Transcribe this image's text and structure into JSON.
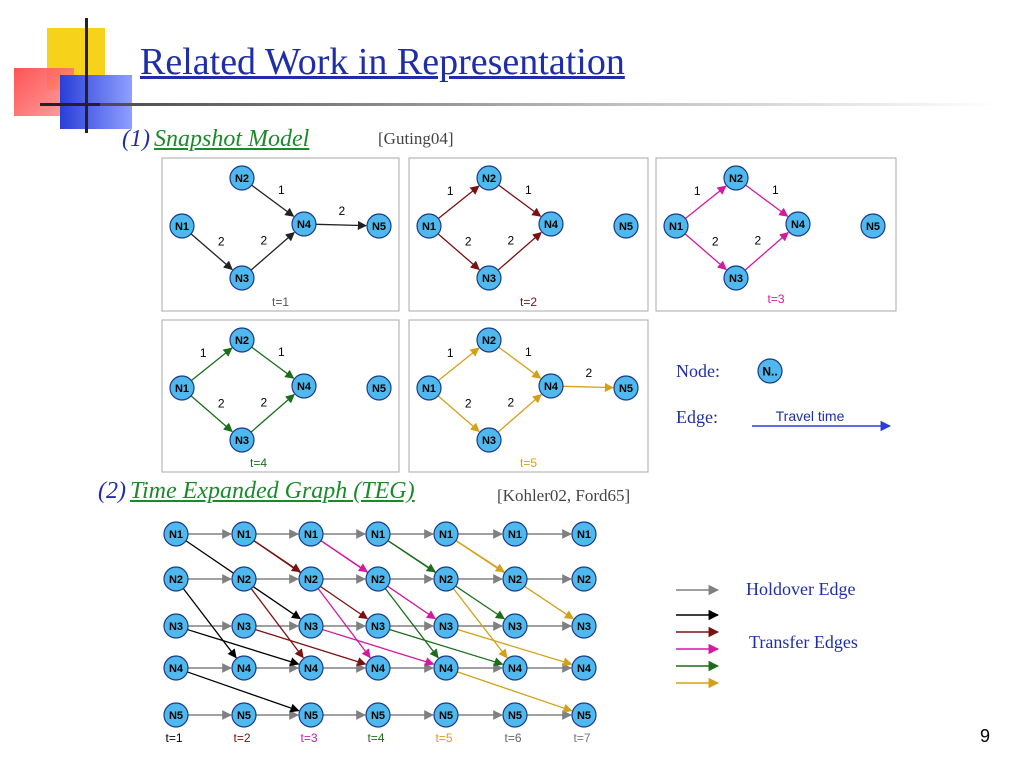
{
  "title": "Related Work in Representation",
  "page_number": "9",
  "section1": {
    "number": "(1)",
    "name": "Snapshot Model",
    "citation": "[Guting04]"
  },
  "section2": {
    "number": "(2)",
    "name": "Time Expanded Graph (TEG)",
    "citation": "[Kohler02, Ford65]"
  },
  "colors": {
    "t1": "#222222",
    "t2": "#7a1010",
    "t3": "#d21aa0",
    "t4": "#1a6e1a",
    "t5": "#d4a017",
    "t6": "#555555",
    "t7": "#777777",
    "holdover": "#808080",
    "node_fill": "#4fb8ec",
    "title": "#1f2ea8"
  },
  "nodes": [
    "N1",
    "N2",
    "N3",
    "N4",
    "N5"
  ],
  "snapshots": [
    {
      "label": "t=1",
      "color": "#222222",
      "label_color": "#555555",
      "edges": [
        {
          "from": "N2",
          "to": "N4",
          "w": "1"
        },
        {
          "from": "N1",
          "to": "N3",
          "w": "2"
        },
        {
          "from": "N3",
          "to": "N4",
          "w": "2"
        },
        {
          "from": "N4",
          "to": "N5",
          "w": "2"
        }
      ]
    },
    {
      "label": "t=2",
      "color": "#7a1010",
      "label_color": "#7a1010",
      "edges": [
        {
          "from": "N1",
          "to": "N2",
          "w": "1"
        },
        {
          "from": "N2",
          "to": "N4",
          "w": "1"
        },
        {
          "from": "N1",
          "to": "N3",
          "w": "2"
        },
        {
          "from": "N3",
          "to": "N4",
          "w": "2"
        }
      ]
    },
    {
      "label": "t=3",
      "color": "#d21aa0",
      "label_color": "#d21aa0",
      "edges": [
        {
          "from": "N1",
          "to": "N2",
          "w": "1"
        },
        {
          "from": "N2",
          "to": "N4",
          "w": "1"
        },
        {
          "from": "N1",
          "to": "N3",
          "w": "2"
        },
        {
          "from": "N3",
          "to": "N4",
          "w": "2"
        }
      ]
    },
    {
      "label": "t=4",
      "color": "#1a6e1a",
      "label_color": "#1a6e1a",
      "edges": [
        {
          "from": "N1",
          "to": "N2",
          "w": "1"
        },
        {
          "from": "N2",
          "to": "N4",
          "w": "1"
        },
        {
          "from": "N1",
          "to": "N3",
          "w": "2"
        },
        {
          "from": "N3",
          "to": "N4",
          "w": "2"
        }
      ]
    },
    {
      "label": "t=5",
      "color": "#d4a017",
      "label_color": "#d4a017",
      "edges": [
        {
          "from": "N1",
          "to": "N2",
          "w": "1"
        },
        {
          "from": "N2",
          "to": "N4",
          "w": "1"
        },
        {
          "from": "N1",
          "to": "N3",
          "w": "2"
        },
        {
          "from": "N3",
          "to": "N4",
          "w": "2"
        },
        {
          "from": "N4",
          "to": "N5",
          "w": "2"
        }
      ]
    }
  ],
  "legend": {
    "node_label": "Node:",
    "node_sample": "N..",
    "edge_label": "Edge:",
    "edge_sample": "Travel time"
  },
  "teg": {
    "time_labels": [
      {
        "label": "t=1",
        "color": "#000000"
      },
      {
        "label": "t=2",
        "color": "#7a1010"
      },
      {
        "label": "t=3",
        "color": "#d21aa0"
      },
      {
        "label": "t=4",
        "color": "#1a6e1a"
      },
      {
        "label": "t=5",
        "color": "#d4a017"
      },
      {
        "label": "t=6",
        "color": "#666666"
      },
      {
        "label": "t=7",
        "color": "#777777"
      }
    ],
    "transfer_edges": [
      {
        "from": [
          "N2",
          1
        ],
        "to": [
          "N4",
          2
        ],
        "color": "#000000"
      },
      {
        "from": [
          "N1",
          1
        ],
        "to": [
          "N3",
          3
        ],
        "color": "#000000"
      },
      {
        "from": [
          "N3",
          1
        ],
        "to": [
          "N4",
          3
        ],
        "color": "#000000"
      },
      {
        "from": [
          "N4",
          1
        ],
        "to": [
          "N5",
          3
        ],
        "color": "#000000"
      },
      {
        "from": [
          "N1",
          2
        ],
        "to": [
          "N2",
          3
        ],
        "color": "#7a1010"
      },
      {
        "from": [
          "N2",
          2
        ],
        "to": [
          "N4",
          3
        ],
        "color": "#7a1010"
      },
      {
        "from": [
          "N1",
          2
        ],
        "to": [
          "N3",
          4
        ],
        "color": "#7a1010"
      },
      {
        "from": [
          "N3",
          2
        ],
        "to": [
          "N4",
          4
        ],
        "color": "#7a1010"
      },
      {
        "from": [
          "N1",
          3
        ],
        "to": [
          "N2",
          4
        ],
        "color": "#d21aa0"
      },
      {
        "from": [
          "N2",
          3
        ],
        "to": [
          "N4",
          4
        ],
        "color": "#d21aa0"
      },
      {
        "from": [
          "N1",
          3
        ],
        "to": [
          "N3",
          5
        ],
        "color": "#d21aa0"
      },
      {
        "from": [
          "N3",
          3
        ],
        "to": [
          "N4",
          5
        ],
        "color": "#d21aa0"
      },
      {
        "from": [
          "N1",
          4
        ],
        "to": [
          "N2",
          5
        ],
        "color": "#1a6e1a"
      },
      {
        "from": [
          "N2",
          4
        ],
        "to": [
          "N4",
          5
        ],
        "color": "#1a6e1a"
      },
      {
        "from": [
          "N1",
          4
        ],
        "to": [
          "N3",
          6
        ],
        "color": "#1a6e1a"
      },
      {
        "from": [
          "N3",
          4
        ],
        "to": [
          "N4",
          6
        ],
        "color": "#1a6e1a"
      },
      {
        "from": [
          "N1",
          5
        ],
        "to": [
          "N2",
          6
        ],
        "color": "#d4a017"
      },
      {
        "from": [
          "N2",
          5
        ],
        "to": [
          "N4",
          6
        ],
        "color": "#d4a017"
      },
      {
        "from": [
          "N1",
          5
        ],
        "to": [
          "N3",
          7
        ],
        "color": "#d4a017"
      },
      {
        "from": [
          "N3",
          5
        ],
        "to": [
          "N4",
          7
        ],
        "color": "#d4a017"
      },
      {
        "from": [
          "N4",
          5
        ],
        "to": [
          "N5",
          7
        ],
        "color": "#d4a017"
      }
    ],
    "legend": {
      "holdover_label": "Holdover Edge",
      "transfer_label": "Transfer Edges",
      "transfer_colors": [
        "#000000",
        "#7a1010",
        "#d21aa0",
        "#1a6e1a",
        "#d4a017"
      ]
    }
  }
}
